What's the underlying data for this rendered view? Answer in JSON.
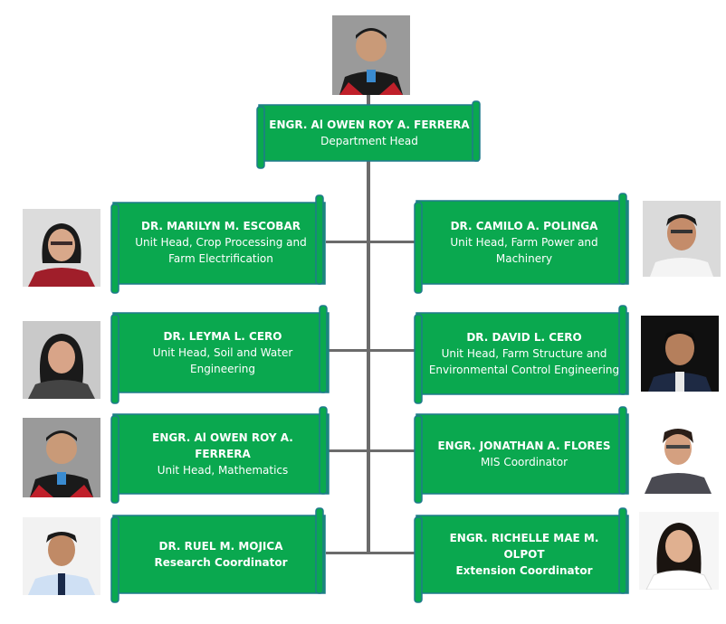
{
  "head": {
    "name": "ENGR. Al OWEN ROY A. FERRERA",
    "role": "Department Head"
  },
  "units": [
    {
      "name": "DR. MARILYN M. ESCOBAR",
      "role": "Unit Head, Crop Processing and Farm Electrification"
    },
    {
      "name": "DR. CAMILO A. POLINGA",
      "role": "Unit Head, Farm Power and Machinery"
    },
    {
      "name": "DR. LEYMA L. CERO",
      "role": "Unit Head, Soil and Water Engineering"
    },
    {
      "name": "DR. DAVID L. CERO",
      "role": "Unit Head,  Farm Structure and Environmental Control Engineering"
    },
    {
      "name": "ENGR. Al OWEN ROY A. FERRERA",
      "role": "Unit Head, Mathematics"
    },
    {
      "name": "ENGR. JONATHAN A. FLORES",
      "role": "MIS Coordinator"
    },
    {
      "name": "DR. RUEL M. MOJICA",
      "role": "Research Coordinator"
    },
    {
      "name": "ENGR. RICHELLE MAE M. OLPOT",
      "role": "Extension Coordinator"
    }
  ],
  "colors": {
    "box": "#0aa84f",
    "box_edge": "#1f7a8c",
    "line": "#6b6b6b"
  }
}
